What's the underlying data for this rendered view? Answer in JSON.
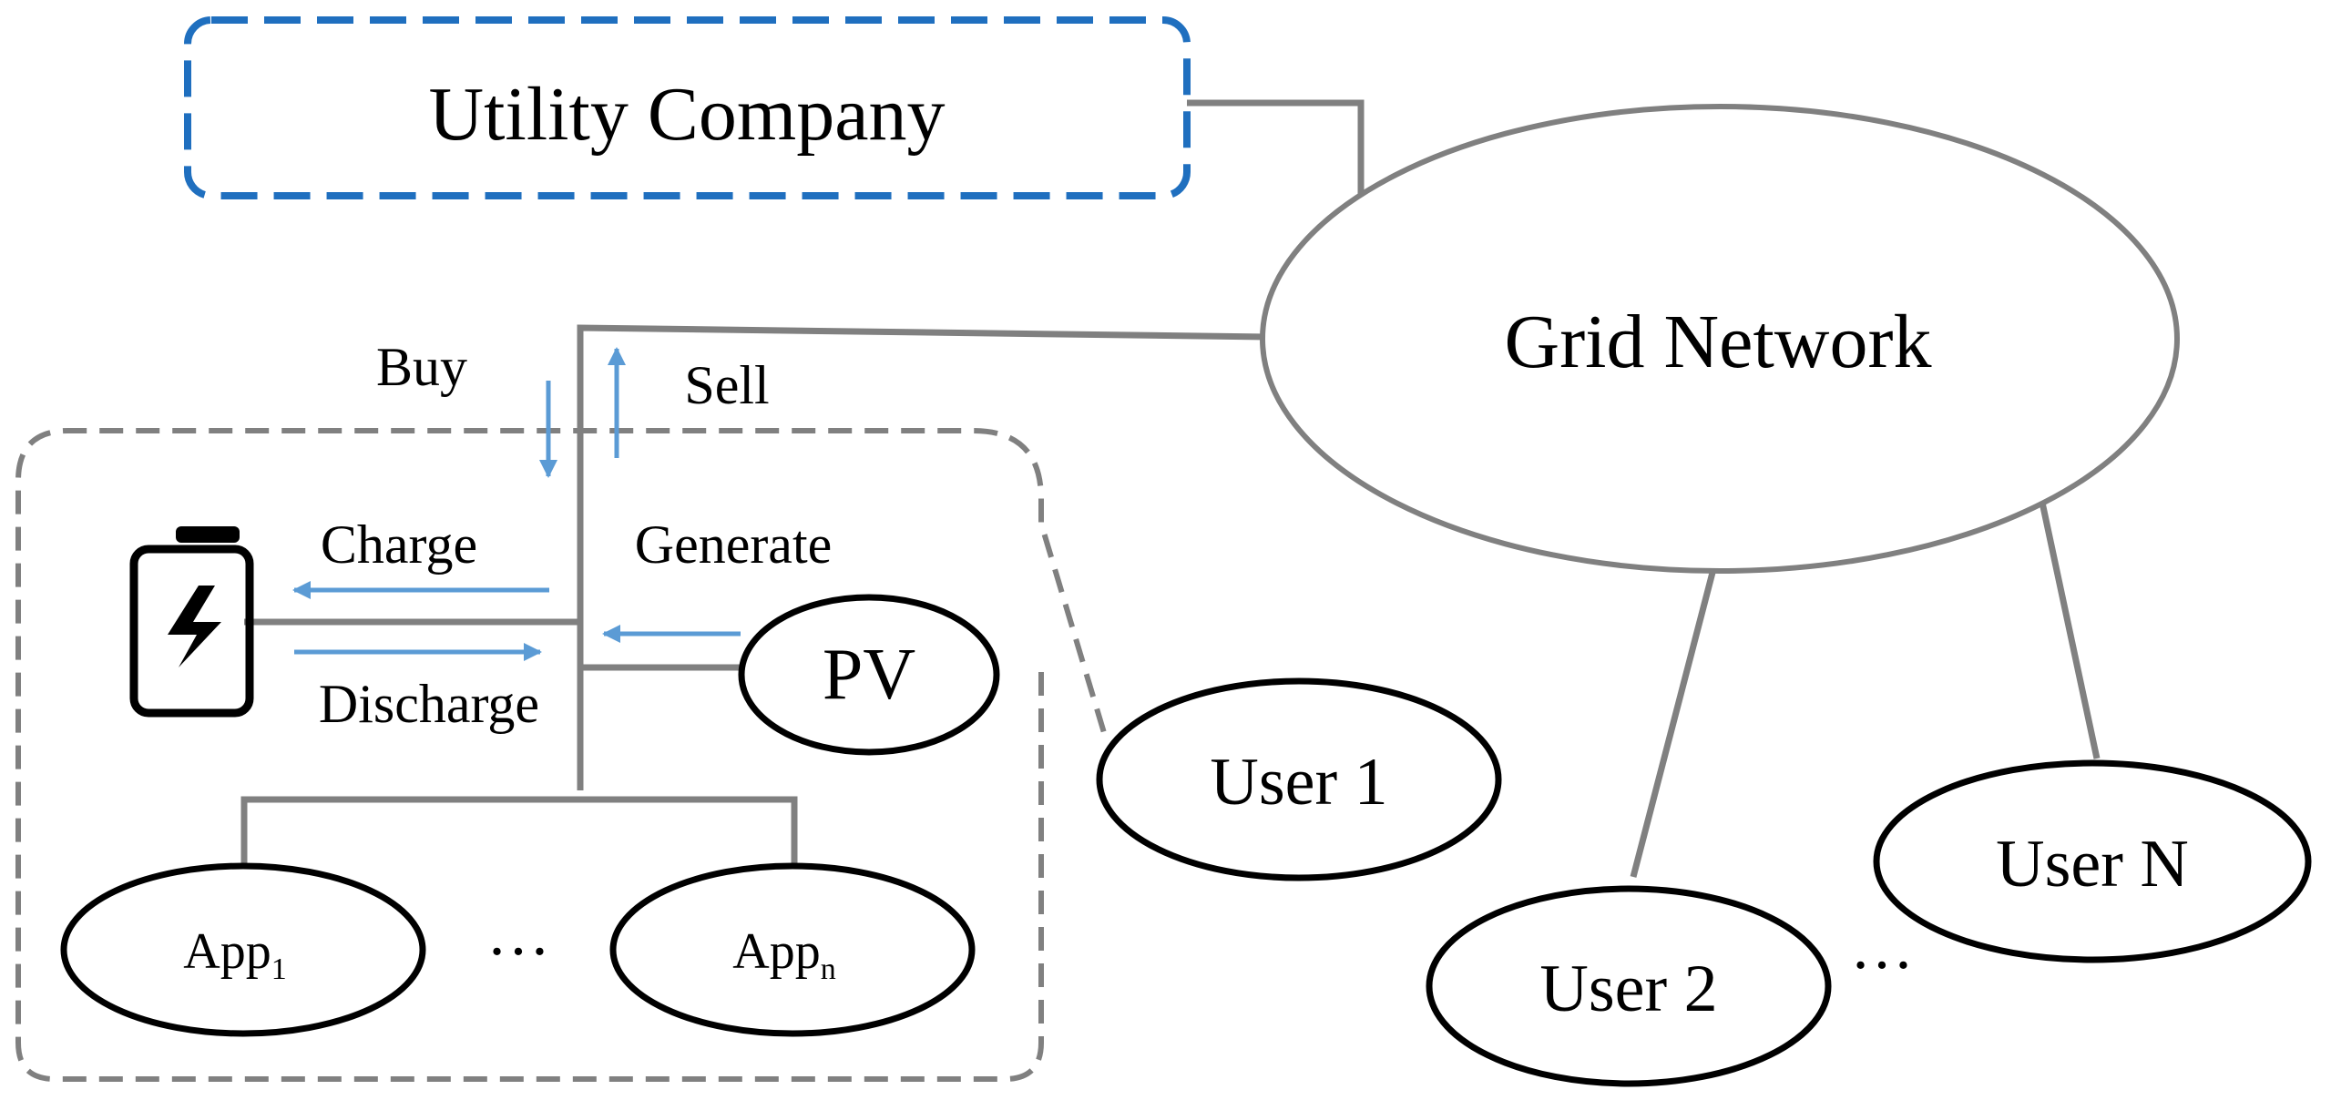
{
  "nodes": {
    "utility_company": "Utility Company",
    "grid_network": "Grid Network",
    "pv": "PV",
    "user_1": "User 1",
    "user_2": "User 2",
    "user_n": "User N",
    "app_1": {
      "base": "App",
      "sub": "1"
    },
    "app_n": {
      "base": "App",
      "sub": "n"
    }
  },
  "flows": {
    "buy": "Buy",
    "sell": "Sell",
    "charge": "Charge",
    "discharge": "Discharge",
    "generate": "Generate"
  },
  "ellipsis": {
    "apps": "…",
    "users": "…"
  },
  "colors": {
    "line": "#808080",
    "arrow": "#5B9BD5",
    "utility_border": "#1F6FBF",
    "node_outline": "#000000"
  }
}
